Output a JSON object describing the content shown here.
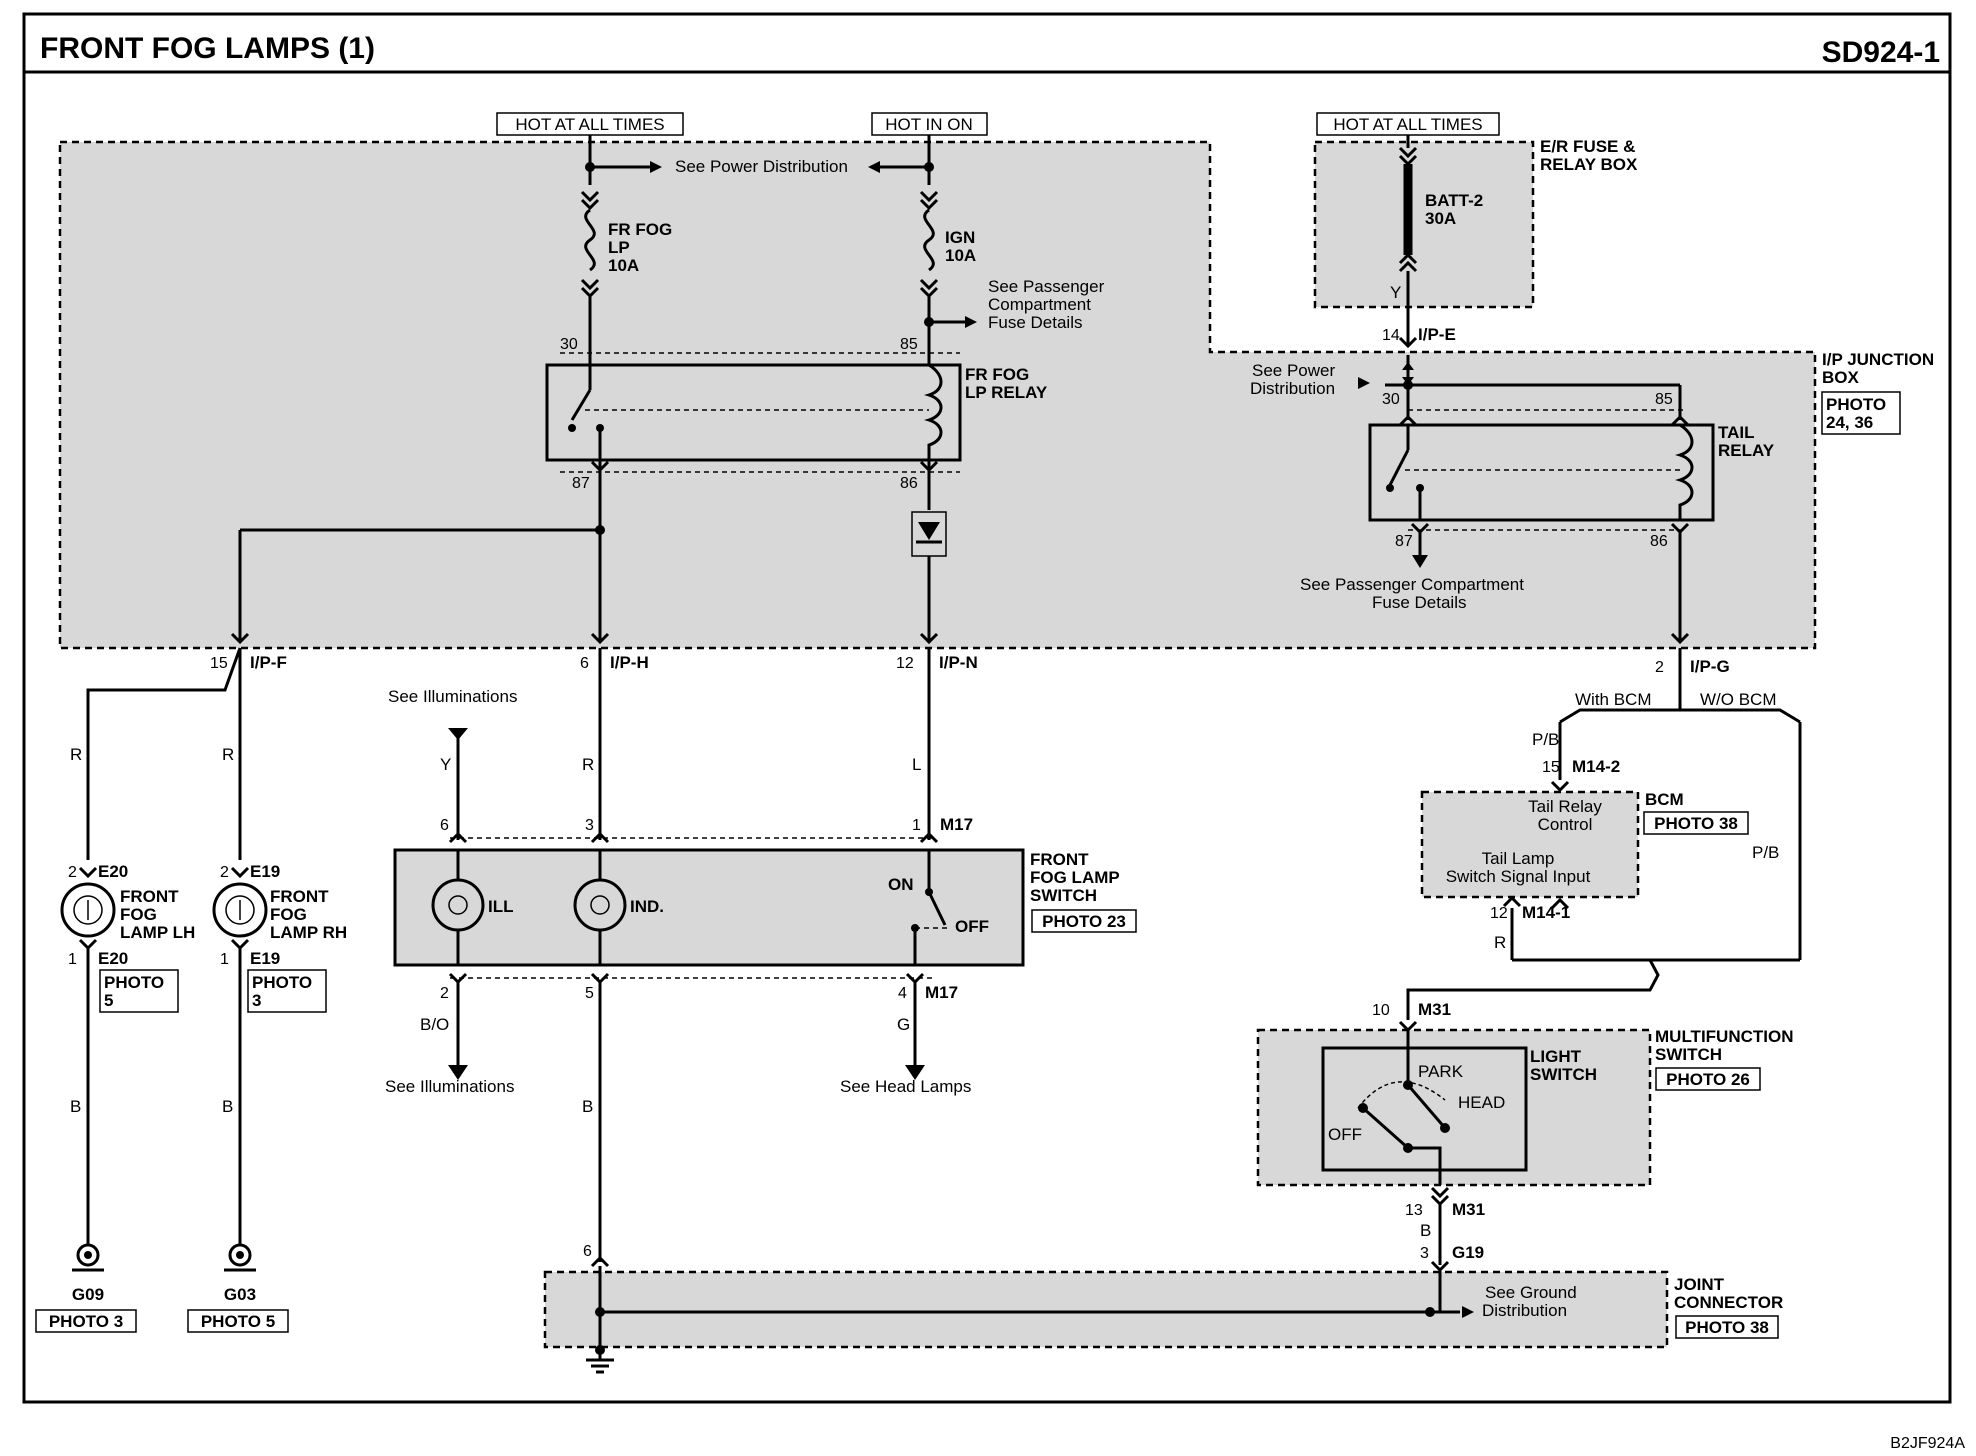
{
  "header": {
    "title": "FRONT FOG LAMPS (1)",
    "code": "SD924-1",
    "footer_code": "B2JF924A"
  },
  "power": {
    "hot_at_all_times_1": "HOT AT ALL TIMES",
    "hot_in_on": "HOT IN ON",
    "hot_at_all_times_2": "HOT AT ALL TIMES",
    "see_power_distribution": "See Power Distribution",
    "see_power_1": "See Power",
    "see_power_2": "Distribution",
    "see_passenger_1": "See Passenger",
    "see_passenger_2": "Compartment",
    "see_passenger_3": "Fuse Details",
    "see_passenger_full": "See Passenger Compartment",
    "see_passenger_fuse": "Fuse Details"
  },
  "fuses": {
    "fr_fog_1": "FR FOG",
    "fr_fog_2": "LP",
    "fr_fog_3": "10A",
    "ign_1": "IGN",
    "ign_2": "10A",
    "batt_1": "BATT-2",
    "batt_2": "30A"
  },
  "boxes": {
    "er_fuse_1": "E/R FUSE &",
    "er_fuse_2": "RELAY BOX",
    "ip_junction_1": "I/P JUNCTION",
    "ip_junction_2": "BOX",
    "ip_photo_1": "PHOTO",
    "ip_photo_2": "24, 36",
    "bcm": "BCM",
    "bcm_photo": "PHOTO 38",
    "bcm_tail_1": "Tail Relay",
    "bcm_tail_2": "Control",
    "bcm_lamp_1": "Tail Lamp",
    "bcm_lamp_2": "Switch Signal Input",
    "multifunction_1": "MULTIFUNCTION",
    "multifunction_2": "SWITCH",
    "multifunction_photo": "PHOTO 26",
    "light_switch_1": "LIGHT",
    "light_switch_2": "SWITCH",
    "park": "PARK",
    "head": "HEAD",
    "off": "OFF",
    "joint_1": "JOINT",
    "joint_2": "CONNECTOR",
    "joint_photo": "PHOTO 38",
    "see_ground_1": "See Ground",
    "see_ground_2": "Distribution"
  },
  "relays": {
    "fr_fog_relay_1": "FR FOG",
    "fr_fog_relay_2": "LP RELAY",
    "tail_relay_1": "TAIL",
    "tail_relay_2": "RELAY"
  },
  "switch": {
    "name_1": "FRONT",
    "name_2": "FOG LAMP",
    "name_3": "SWITCH",
    "photo": "PHOTO 23",
    "ill": "ILL",
    "ind": "IND.",
    "on": "ON",
    "off": "OFF"
  },
  "lamps": {
    "lh_1": "FRONT",
    "lh_2": "FOG",
    "lh_3": "LAMP LH",
    "lh_photo_1": "PHOTO",
    "lh_photo_2": "5",
    "rh_1": "FRONT",
    "rh_2": "FOG",
    "rh_3": "LAMP RH",
    "rh_photo_1": "PHOTO",
    "rh_photo_2": "3"
  },
  "grounds": {
    "g09": "G09",
    "g09_photo": "PHOTO 3",
    "g03": "G03",
    "g03_photo": "PHOTO 5"
  },
  "refs": {
    "see_illuminations": "See Illuminations",
    "see_head_lamps": "See Head Lamps",
    "with_bcm": "With BCM",
    "wo_bcm": "W/O BCM"
  },
  "connectors": {
    "ip_f": "I/P-F",
    "ip_h": "I/P-H",
    "ip_n": "I/P-N",
    "ip_g": "I/P-G",
    "ip_e": "I/P-E",
    "e20": "E20",
    "e19": "E19",
    "m17": "M17",
    "m14_2": "M14-2",
    "m14_1": "M14-1",
    "m31": "M31",
    "g19": "G19"
  },
  "pins": {
    "p30": "30",
    "p85": "85",
    "p87": "87",
    "p86": "86",
    "p14": "14",
    "p15": "15",
    "p6": "6",
    "p12": "12",
    "p2": "2",
    "p3": "3",
    "p1": "1",
    "p4": "4",
    "p5": "5",
    "p10": "10",
    "p13": "13"
  },
  "wires": {
    "R": "R",
    "Y": "Y",
    "L": "L",
    "B": "B",
    "G": "G",
    "BO": "B/O",
    "PB": "P/B"
  }
}
